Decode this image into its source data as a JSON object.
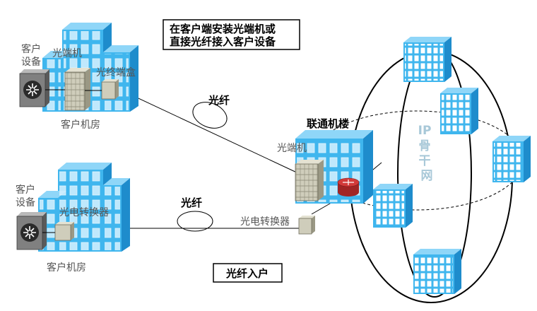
{
  "callout_top": {
    "line1": "在客户端安装光端机或",
    "line2": "直接光纤接入客户设备"
  },
  "callout_bottom": {
    "text": "光纤入户"
  },
  "site_top": {
    "device_label_line1": "客户",
    "device_label_line2": "设备",
    "optical_terminal_label": "光端机",
    "terminal_box_label": "光终端盒",
    "room_label": "客户机房"
  },
  "site_bottom": {
    "device_label_line1": "客户",
    "device_label_line2": "设备",
    "converter_label": "光电转换器",
    "room_label": "客户机房"
  },
  "fiber_top": {
    "label": "光纤"
  },
  "fiber_bottom": {
    "label": "光纤"
  },
  "hub": {
    "title": "联通机楼",
    "optical_terminal_label": "光端机",
    "converter_label": "光电转换器"
  },
  "backbone": {
    "label_chars": [
      "IP",
      "骨",
      "干",
      "网"
    ]
  },
  "colors": {
    "building_front": "#3fb6ee",
    "building_side": "#1e8ccc",
    "building_top": "#8fd6f8",
    "window": "#d6f1ff",
    "equipment": "#c7c5b3",
    "router": "#d23a3a"
  }
}
